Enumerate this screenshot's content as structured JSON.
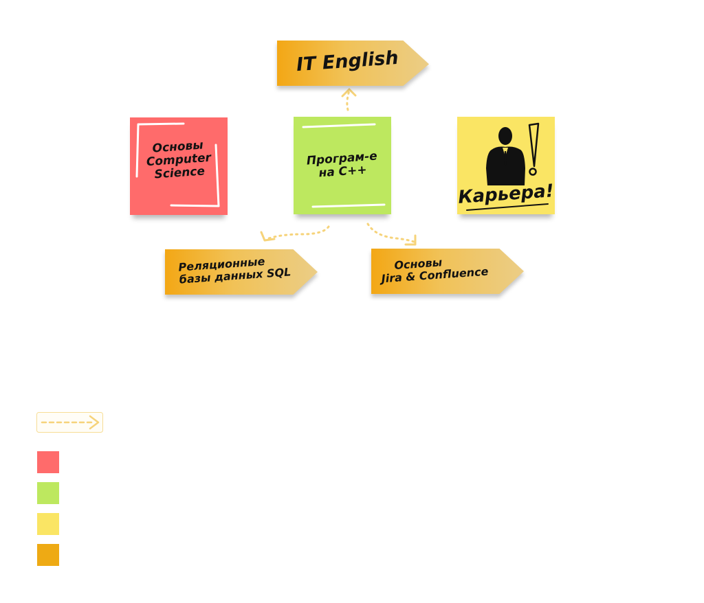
{
  "tags": {
    "top": {
      "text": "IT English"
    },
    "bottom_left": {
      "line1": "Реляционные",
      "line2": "базы данных SQL"
    },
    "bottom_right": {
      "line1": "Основы",
      "line2": "Jira & Confluence"
    }
  },
  "notes": {
    "cs": {
      "line1": "Основы",
      "line2": "Computer",
      "line3": "Science"
    },
    "cpp": {
      "line1": "Програм-е",
      "line2": "на С++"
    },
    "career": {
      "text": "Карьера!",
      "icon": "businessman-silhouette-icon"
    }
  },
  "colors": {
    "red": "#ff6b6b",
    "green": "#bde85f",
    "yellow": "#fae564",
    "orange": "#eeaa14",
    "arrow": "#f6d37a"
  },
  "legend": {
    "arrow_icon": "dashed-arrow-icon",
    "swatches": [
      "#ff6b6b",
      "#bde85f",
      "#fae564",
      "#eeaa14"
    ]
  }
}
